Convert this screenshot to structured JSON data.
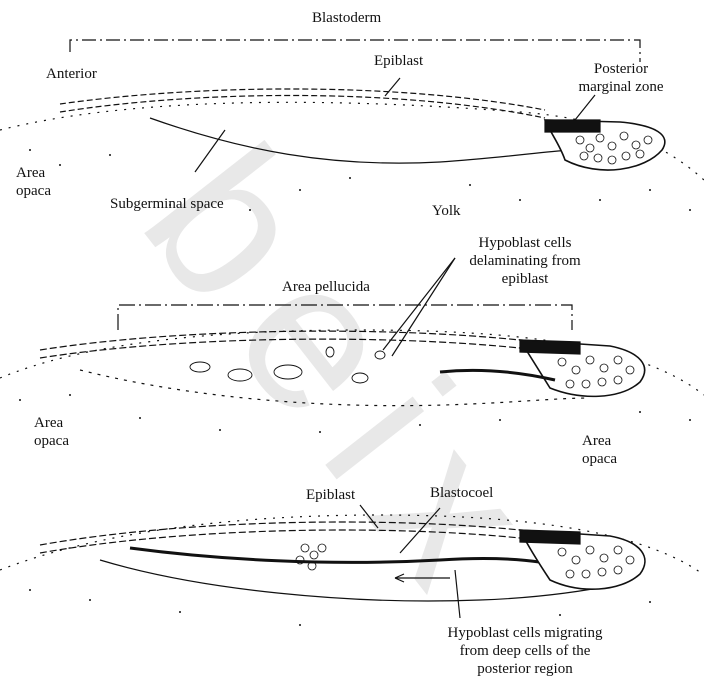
{
  "panel_top": {
    "blastoderm": "Blastoderm",
    "anterior": "Anterior",
    "epiblast": "Epiblast",
    "posterior_marginal_zone_line1": "Posterior",
    "posterior_marginal_zone_line2": "marginal zone",
    "area_opaca_line1": "Area",
    "area_opaca_line2": "opaca",
    "subgerminal_space": "Subgerminal space",
    "yolk": "Yolk"
  },
  "panel_middle": {
    "hypoblast_delaminating_line1": "Hypoblast cells",
    "hypoblast_delaminating_line2": "delaminating from",
    "hypoblast_delaminating_line3": "epiblast",
    "area_pellucida": "Area pellucida",
    "area_opaca_left_line1": "Area",
    "area_opaca_left_line2": "opaca",
    "area_opaca_right_line1": "Area",
    "area_opaca_right_line2": "opaca"
  },
  "panel_bottom": {
    "epiblast": "Epiblast",
    "blastocoel": "Blastocoel",
    "hypoblast_migrating_line1": "Hypoblast cells migrating",
    "hypoblast_migrating_line2": "from deep cells of the",
    "hypoblast_migrating_line3": "posterior region"
  },
  "watermark": "beix",
  "colors": {
    "ink": "#111111",
    "watermark": "#d9d9d9"
  }
}
